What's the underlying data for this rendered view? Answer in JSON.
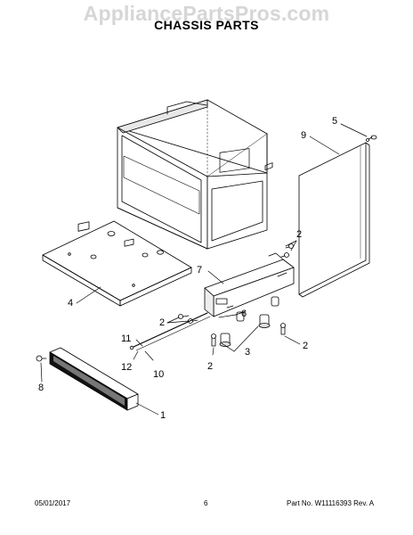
{
  "watermark": "AppliancePartsPros.com",
  "title": "CHASSIS PARTS",
  "callouts": [
    {
      "label": "5"
    },
    {
      "label": "9"
    },
    {
      "label": "2"
    },
    {
      "label": "7"
    },
    {
      "label": "4"
    },
    {
      "label": "6"
    },
    {
      "label": "2"
    },
    {
      "label": "11"
    },
    {
      "label": "12"
    },
    {
      "label": "10"
    },
    {
      "label": "3"
    },
    {
      "label": "2"
    },
    {
      "label": "2"
    },
    {
      "label": "8"
    },
    {
      "label": "1"
    }
  ],
  "footer": {
    "date": "05/01/2017",
    "page": "6",
    "part": "Part No.  W11116393  Rev.  A"
  }
}
